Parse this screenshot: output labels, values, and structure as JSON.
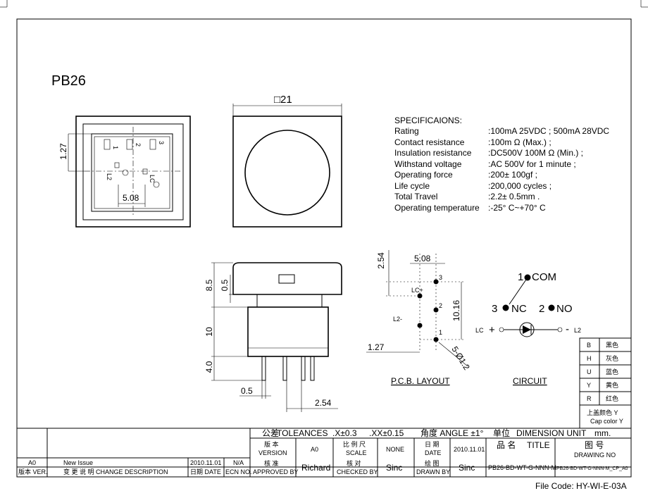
{
  "title": "PB26",
  "top_dim": "□21",
  "specs": {
    "heading": "SPECIFICAIONS:",
    "rows": [
      {
        "k": "Rating",
        "v": ":100mA 25VDC ; 500mA 28VDC"
      },
      {
        "k": "Contact resistance",
        "v": ":100m Ω  (Max.) ;"
      },
      {
        "k": "Insulation resistance",
        "v": ":DC500V   100M Ω (Min.) ;"
      },
      {
        "k": "Withstand voltage",
        "v": ":AC 500V for 1 minute ;"
      },
      {
        "k": "Operating force",
        "v": ":200± 100gf ;"
      },
      {
        "k": "Life  cycle",
        "v": ":200,000 cycles ;"
      },
      {
        "k": "Total Travel",
        "v": ":2.2± 0.5mm ."
      },
      {
        "k": "Operating temperature",
        "v": ":-25° C~+70° C"
      }
    ]
  },
  "bottom_view": {
    "dim_127": "1.27",
    "dim_508": "5.08",
    "pin1": "1",
    "pin2": "2",
    "pin3": "3",
    "lc": "LC",
    "l2": "L2"
  },
  "side_view": {
    "d85": "8.5",
    "d05a": "0.5",
    "d10": "10",
    "d40": "4.0",
    "d05b": "0.5",
    "d254": "2.54"
  },
  "pcb": {
    "d254": "2.54",
    "d508": "5.08",
    "d1016": "10.16",
    "d127": "1.27",
    "hole": "5-Ø1.2",
    "lcp": "LC+",
    "l2m": "L2-",
    "p1": "1",
    "p2": "2",
    "p3": "3",
    "label": "P.C.B. LAYOUT"
  },
  "circuit": {
    "com": "COM",
    "nc": "NC",
    "no": "NO",
    "n1": "1",
    "n2": "2",
    "n3": "3",
    "lc": "LC",
    "plus": "+",
    "minus": "-",
    "l2": "L2",
    "label": "CIRCUIT"
  },
  "colors": {
    "rows": [
      {
        "code": "B",
        "name": "黑色"
      },
      {
        "code": "H",
        "name": "灰色"
      },
      {
        "code": "U",
        "name": "蓝色"
      },
      {
        "code": "Y",
        "name": "黄色"
      },
      {
        "code": "R",
        "name": "红色"
      }
    ],
    "cap_cn": "上盖颜色  Y",
    "cap_en": "Cap color Y"
  },
  "titleblock": {
    "tol_cn": "公差",
    "tol_en": "TOLEANCES",
    "tol_x": ".X±0.3",
    "tol_xx": ".XX±0.15",
    "angle": "角度 ANGLE ±1°",
    "unit_cn": "单位",
    "unit_en": "DIMENSION UNIT",
    "unit_val": "mm.",
    "ver_cn": "版 本",
    "ver_en": "VERSION",
    "ver_val": "A0",
    "scale_cn": "比 例 尺",
    "scale_en": "SCALE",
    "scale_val": "NONE",
    "date_cn": "日 期",
    "date_en": "DATE",
    "date_val": "2010.11.01",
    "title_cn": "品  名",
    "title_en": "TITLE",
    "dwg_cn": "图   号",
    "dwg_en": "DRAWING NO",
    "appr_cn": "核 准",
    "appr_en": "APPROVED BY",
    "appr_val": "Richard",
    "chk_cn": "核 对",
    "chk_en": "CHECKED BY",
    "chk_val": "Sinc",
    "drawn_cn": "绘 图",
    "drawn_en": "DRAWN BY",
    "drawn_val": "Sinc",
    "title_val": "PB26-BD-WT-G-NNN-M",
    "dwg_val": "PB26-BD-WT-G-NNN-M_CP_A0",
    "rev_a0": "A0",
    "rev_desc": "New Issue",
    "rev_date": "2010.11.01",
    "rev_ecn": "N/A",
    "hdr_ver": "版本 VER.",
    "hdr_desc": "变 更 说 明   CHANGE DESCRIPTION",
    "hdr_date": "日期 DATE",
    "hdr_ecn": "ECN NO."
  },
  "file_code": "File Code: HY-WI-E-03A"
}
